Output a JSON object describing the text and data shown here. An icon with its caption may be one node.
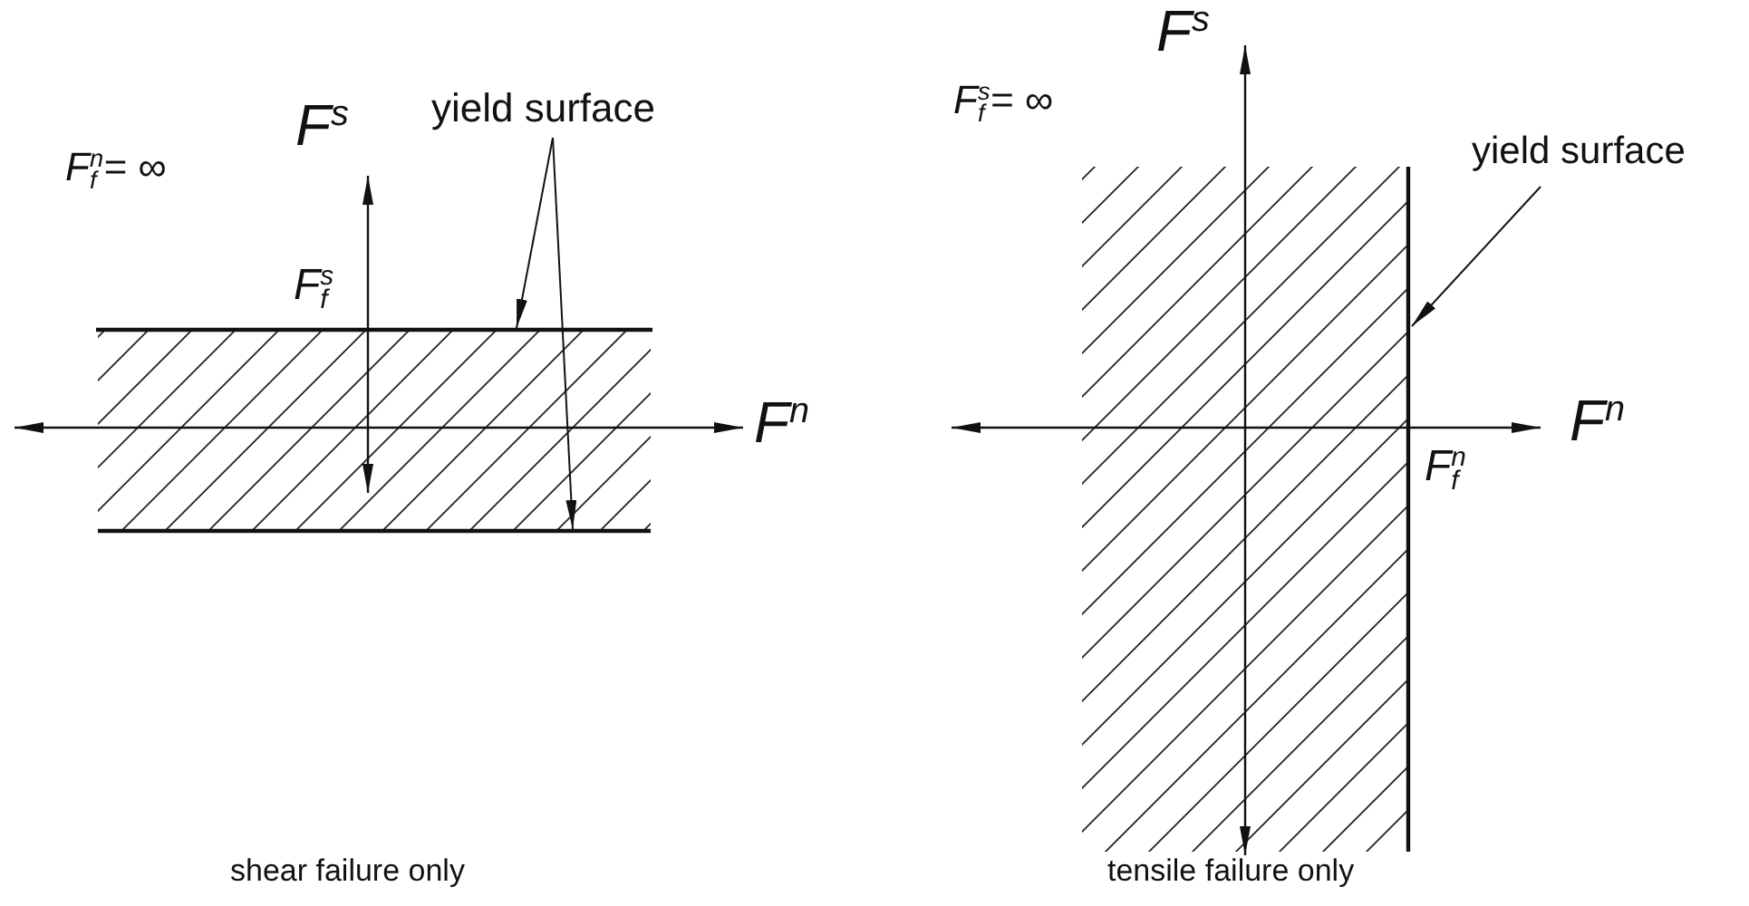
{
  "diagram": {
    "nodes": [
      {
        "text": [
          "yield surface"
        ]
      },
      {
        "text": [],
        "shape": "line",
        "beside": [
          "F$_{f}$$^{s}$"
        ]
      },
      {
        "text": [],
        "shape": "line"
      },
      {
        "text": [
          "yield surface"
        ]
      },
      {
        "text": [],
        "shape": "line",
        "beside": [
          "F$_{f}$$^{n}$"
        ]
      },
      {
        "text": [],
        "shape": "box"
      },
      {
        "text": [],
        "shape": "box"
      }
    ],
    "edges": [
      {
        "from": 0,
        "to": 1,
        "arrow": "to"
      },
      {
        "from": 0,
        "to": 2,
        "arrow": "to"
      },
      {
        "from": 3,
        "to": 4,
        "arrow": "to"
      }
    ],
    "labels": [
      "F$^{s}$",
      "F$_{f}$$^{n}$= ∞",
      "F$^{n}$",
      "shear failure only",
      "F$^{s}$",
      "F$_{f}$$^{s}$= ∞",
      "F$^{n}$",
      "tensile failure only"
    ]
  }
}
